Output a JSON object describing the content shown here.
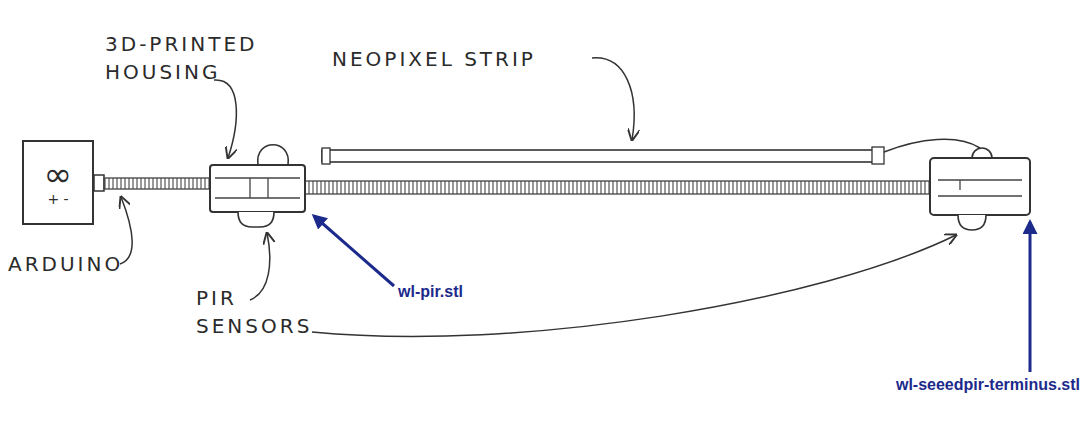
{
  "diagram": {
    "nodes": [
      {
        "text": [
          "∞",
          "+ -"
        ]
      }
    ],
    "labels": [
      "3D-PRINTED HOUSING",
      "NEOPIXEL STRIP",
      "ARDUINO",
      "PIR SENSORS",
      "wl-pir.stl",
      "wl-seeedpir-terminus.stl"
    ]
  }
}
